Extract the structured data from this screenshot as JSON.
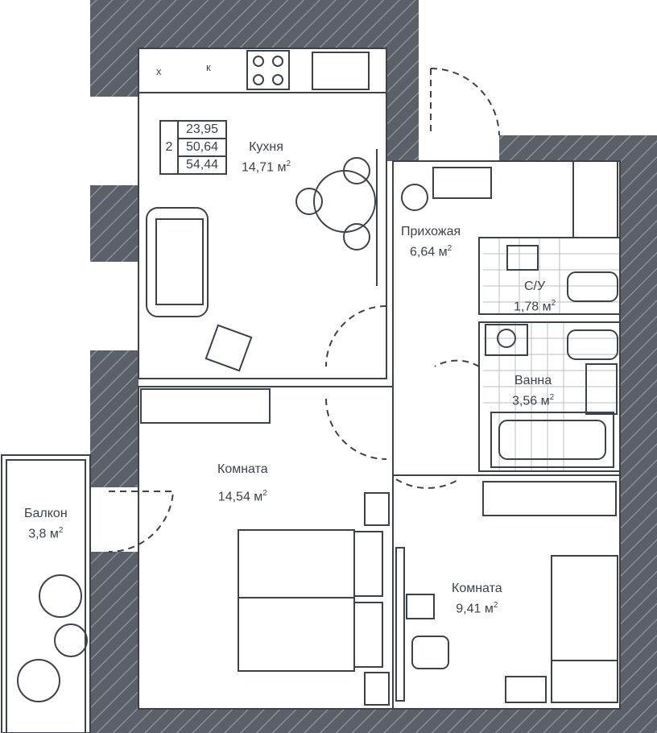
{
  "plan": {
    "rooms_count": "2",
    "areas": [
      "23,95",
      "50,64",
      "54,44"
    ],
    "unit": "м",
    "rooms": [
      {
        "name": "Кухня",
        "area": "14,71"
      },
      {
        "name": "Прихожая",
        "area": "6,64"
      },
      {
        "name": "С/У",
        "area": "1,78"
      },
      {
        "name": "Ванна",
        "area": "3,56"
      },
      {
        "name": "Комната",
        "area": "14,54"
      },
      {
        "name": "Комната",
        "area": "9,41"
      },
      {
        "name": "Балкон",
        "area": "3,8"
      }
    ],
    "marks": {
      "x": "х",
      "k": "к"
    }
  },
  "watermark": {
    "title": "ONREALT",
    "subtitle": "недвижимость"
  },
  "colors": {
    "wall": "#5b6068",
    "line": "#3d4249"
  }
}
